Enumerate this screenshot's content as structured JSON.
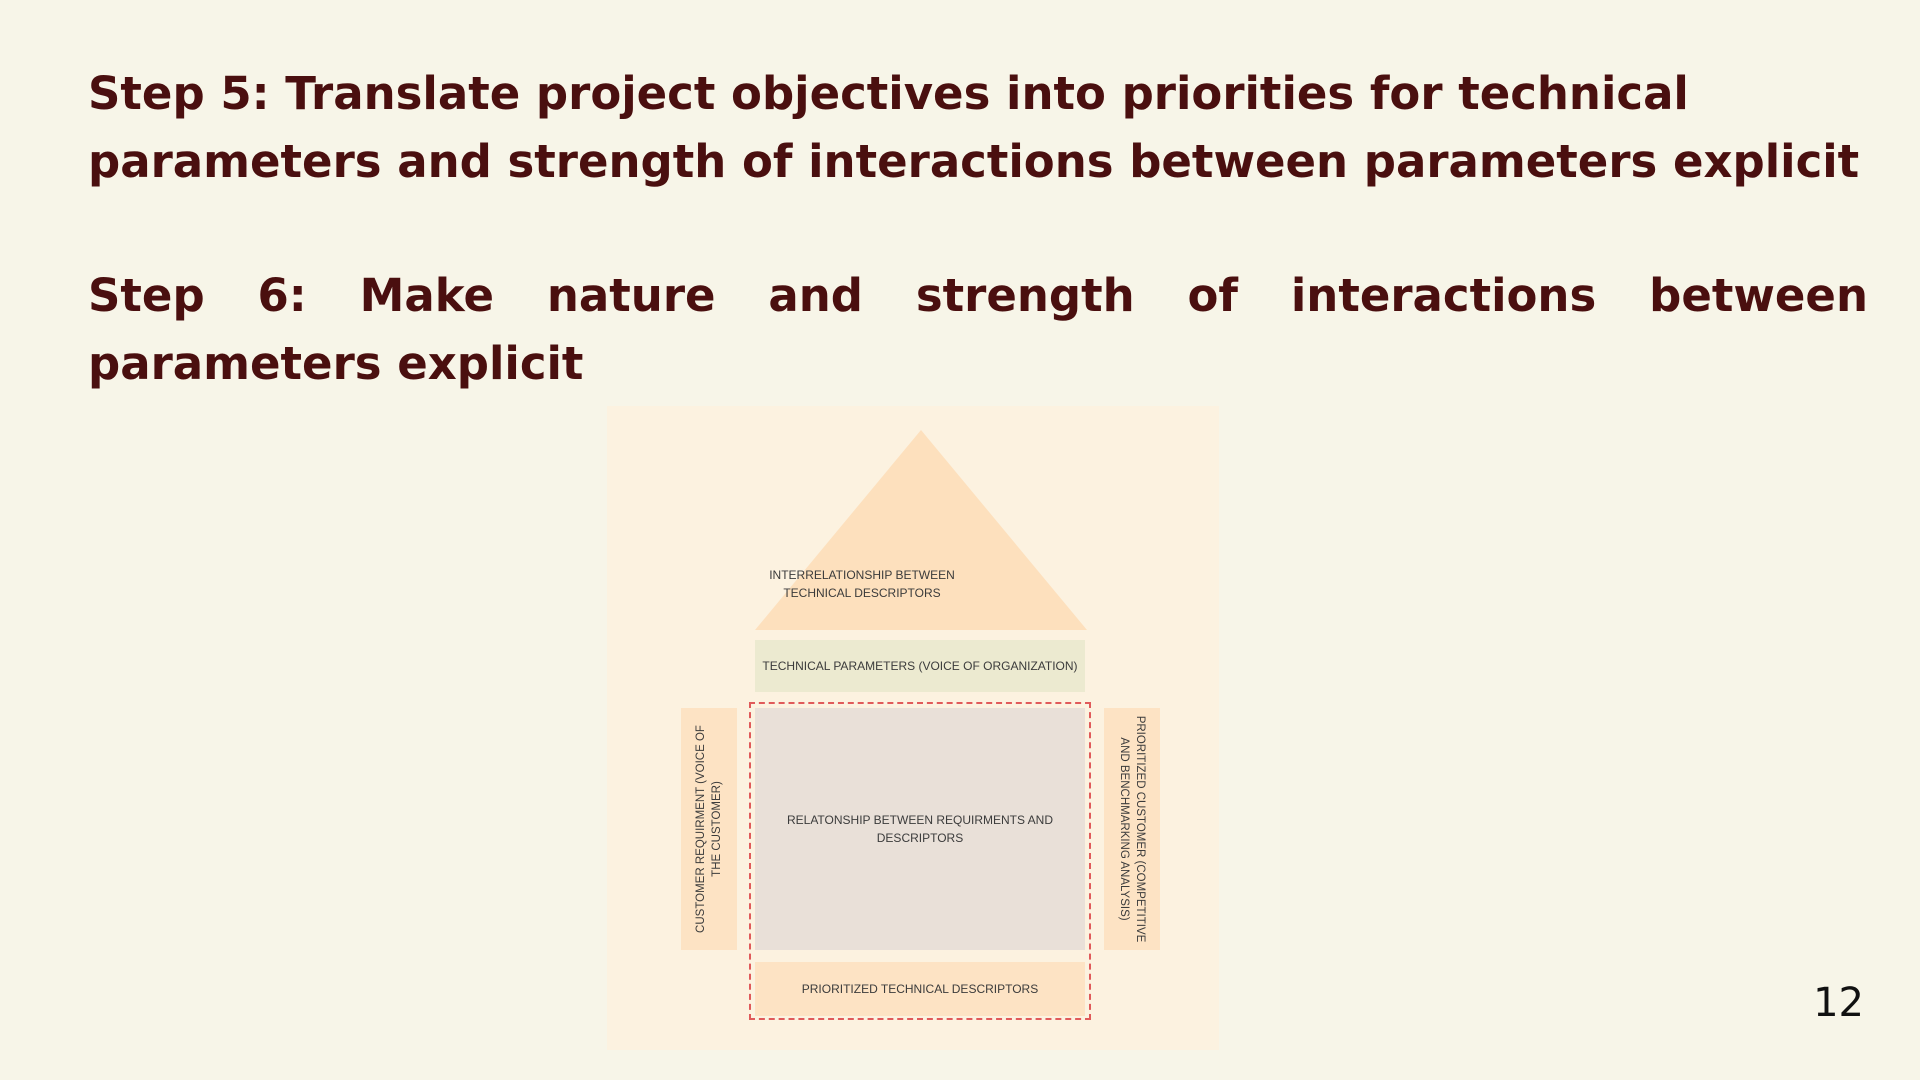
{
  "steps": {
    "step5": "Step 5: Translate project objectives into priorities for technical parameters and strength of interactions between parameters explicit",
    "step6": "Step 6: Make nature and strength of interactions between parameters explicit"
  },
  "diagram": {
    "roof": "INTERRELATIONSHIP BETWEEN TECHNICAL DESCRIPTORS",
    "technical_parameters": "TECHNICAL PARAMETERS (VOICE OF ORGANIZATION)",
    "customer_requirement": "CUSTOMER REQUIRMENT (VOICE OF THE CUSTOMER)",
    "relationship": "RELATONSHIP BETWEEN REQUIRMENTS AND DESCRIPTORS",
    "prioritized_customer": "PRIORITIZED CUSTOMER (COMPETITIVE AND BENCHMARKING ANALYSIS)",
    "prioritized_technical": "PRIORITIZED TECHNICAL DESCRIPTORS",
    "colors": {
      "roof": "#fde0bd",
      "technical_parameters": "#ecead0",
      "side_blocks": "#fde3c4",
      "relationship": "#e9e0d8",
      "highlight_border": "#e05a5a"
    }
  },
  "page_number": "12"
}
